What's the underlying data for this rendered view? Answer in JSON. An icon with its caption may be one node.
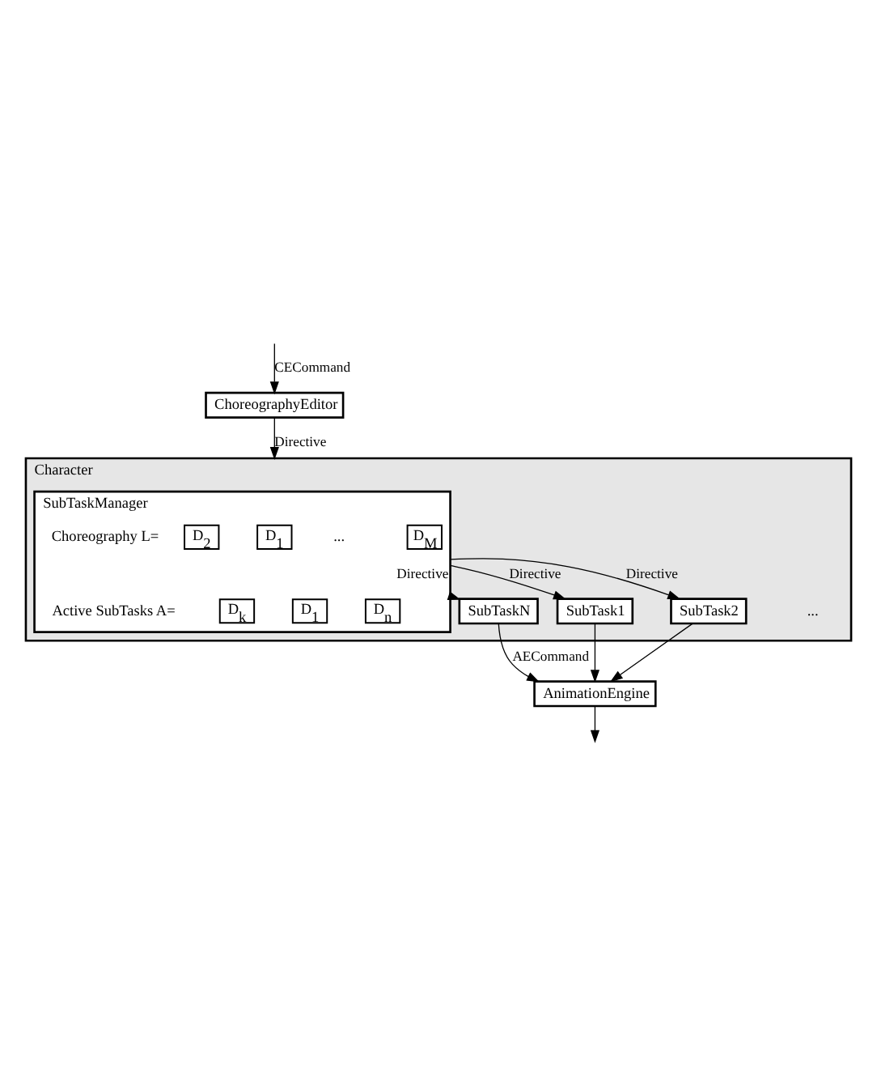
{
  "diagram": {
    "nodes": [
      {
        "text": [
          "ChoreographyEditor"
        ]
      },
      {
        "text": [
          "Character"
        ]
      },
      {
        "text": [
          "SubTaskManager"
        ],
        "in": 1
      },
      {
        "text": [
          "D$_{1}$"
        ],
        "in": 2
      },
      {
        "text": [
          "D$_{2}$"
        ],
        "in": 2
      },
      {
        "text": [
          "D$_{M}$"
        ],
        "in": 2
      },
      {
        "text": [
          "D$_{k}$"
        ],
        "in": 2
      },
      {
        "text": [
          "D$_{1}$"
        ],
        "in": 2
      },
      {
        "text": [
          "D$_{n}$"
        ],
        "in": 2
      },
      {
        "text": [
          "SubTask1"
        ],
        "in": 1
      },
      {
        "text": [
          "SubTask2"
        ],
        "in": 1
      },
      {
        "text": [
          "SubTaskN"
        ],
        "in": 1
      },
      {
        "text": [
          "AnimationEngine"
        ]
      }
    ],
    "edges": [
      {
        "from": null,
        "to": 0,
        "arrow": "to",
        "label": "CECommand"
      },
      {
        "from": 0,
        "to": 1,
        "arrow": "to",
        "label": "Directive"
      },
      {
        "from": 2,
        "to": 9,
        "arrow": "to",
        "label": "Directive"
      },
      {
        "from": 2,
        "to": 10,
        "arrow": "to",
        "label": "Directive"
      },
      {
        "from": 2,
        "to": 11,
        "arrow": "to",
        "label": "Directive"
      },
      {
        "from": 9,
        "to": 12,
        "arrow": "to"
      },
      {
        "from": 10,
        "to": 12,
        "arrow": "to"
      },
      {
        "from": 11,
        "to": 12,
        "arrow": "to",
        "label": "AECommand"
      },
      {
        "from": 12,
        "to": null,
        "arrow": "to"
      }
    ],
    "labels": [
      "Choreography L=",
      "...",
      "Active SubTasks A=",
      "..."
    ]
  }
}
